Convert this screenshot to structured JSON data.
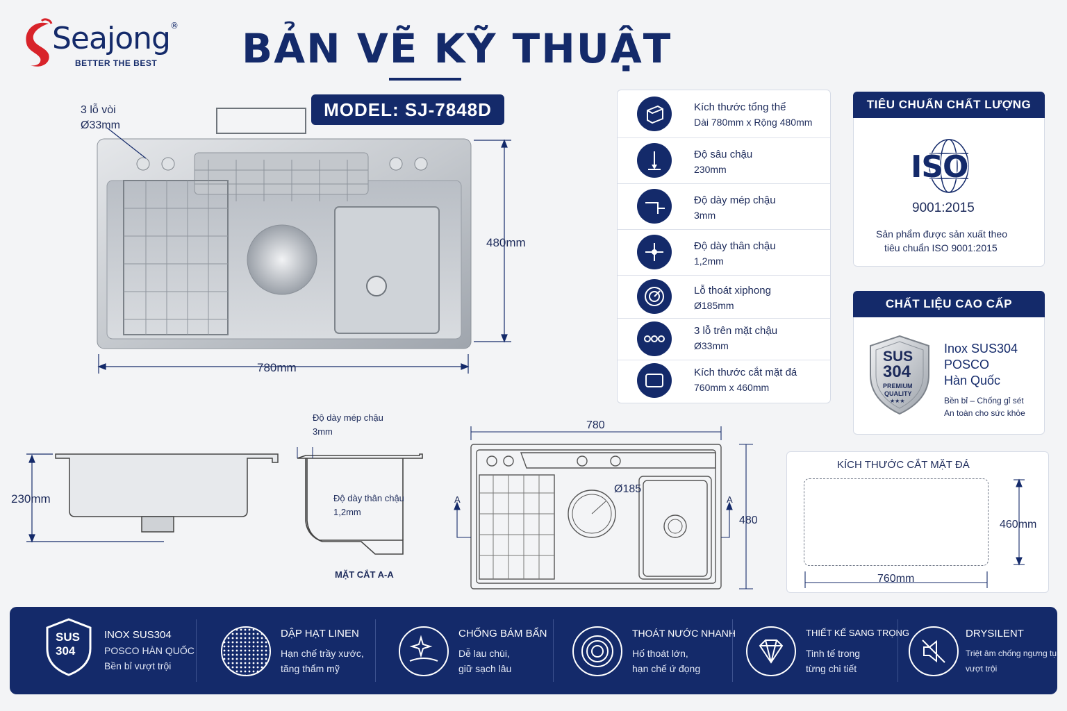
{
  "brand": {
    "name": "Seajong",
    "registered": "®",
    "tagline": "BETTER THE BEST",
    "color": "#d8232a"
  },
  "header": {
    "title": "BẢN VẼ KỸ THUẬT",
    "model": "MODEL:  SJ-7848D"
  },
  "top_view": {
    "faucet_holes_label": "3 lỗ vòi",
    "faucet_holes_dim": "Ø33mm",
    "height_label": "480mm",
    "width_label": "780mm"
  },
  "side_view": {
    "depth_label": "230mm"
  },
  "section_view": {
    "rim_label": "Độ dày mép chậu",
    "rim_value": "3mm",
    "body_label": "Độ dày thân chậu",
    "body_value": "1,2mm",
    "caption": "MẶT CẮT A-A"
  },
  "plan_view": {
    "width": "780",
    "height": "480",
    "drain": "Ø185",
    "section_left": "A",
    "section_right": "A"
  },
  "cutout": {
    "title": "KÍCH THƯỚC CẮT MẶT ĐÁ",
    "height": "460mm",
    "width": "760mm"
  },
  "specs": [
    {
      "icon": "dimension-icon",
      "label": "Kích thước tổng thể",
      "value": "Dài 780mm x Rộng 480mm"
    },
    {
      "icon": "depth-icon",
      "label": "Độ sâu chậu",
      "value": "230mm"
    },
    {
      "icon": "rim-thickness-icon",
      "label": "Độ dày mép chậu",
      "value": "3mm"
    },
    {
      "icon": "body-thickness-icon",
      "label": "Độ dày thân chậu",
      "value": "1,2mm"
    },
    {
      "icon": "drain-icon",
      "label": "Lỗ thoát xiphong",
      "value": "Ø185mm"
    },
    {
      "icon": "three-holes-icon",
      "label": "3 lỗ trên mặt chậu",
      "value": "Ø33mm"
    },
    {
      "icon": "cutout-icon",
      "label": "Kích thước cắt mặt đá",
      "value": "760mm x 460mm"
    }
  ],
  "quality": {
    "title": "TIÊU CHUẨN CHẤT LƯỢNG",
    "iso": "ISO",
    "iso_code": "9001:2015",
    "desc_1": "Sản phẩm được sản xuất theo",
    "desc_2": "tiêu chuẩn ISO 9001:2015"
  },
  "material": {
    "title": "CHẤT LIỆU CAO CẤP",
    "badge_1": "SUS",
    "badge_2": "304",
    "badge_3": "PREMIUM",
    "badge_4": "QUALITY",
    "badge_stars": "★★★",
    "name_1": "Inox SUS304",
    "name_2": "POSCO",
    "name_3": "Hàn Quốc",
    "desc_1": "Bền bỉ – Chống gỉ sét",
    "desc_2": "An toàn cho sức khỏe"
  },
  "features": [
    {
      "icon": "sus304-shield-icon",
      "badge_1": "SUS",
      "badge_2": "304",
      "title": "INOX SUS304",
      "line1": "POSCO HÀN QUỐC",
      "line2": "Bền bỉ vượt trội"
    },
    {
      "icon": "linen-texture-icon",
      "title": "DẬP HẠT LINEN",
      "line1": "Hạn chế trầy xước,",
      "line2": "tăng thẩm mỹ"
    },
    {
      "icon": "sparkle-clean-icon",
      "title": "CHỐNG BÁM BẨN",
      "line1": "Dễ lau chùi,",
      "line2": "giữ sạch lâu"
    },
    {
      "icon": "drain-swirl-icon",
      "title": "THOÁT NƯỚC NHANH",
      "line1": "Hố thoát lớn,",
      "line2": "hạn chế ứ đọng"
    },
    {
      "icon": "diamond-icon",
      "title": "THIẾT KẾ SANG TRỌNG",
      "line1": "Tinh tế trong",
      "line2": "từng chi tiết"
    },
    {
      "icon": "mute-icon",
      "title": "DRYSILENT",
      "line1": "Triệt âm chống ngưng tụ,",
      "line2": "vượt trội"
    }
  ]
}
